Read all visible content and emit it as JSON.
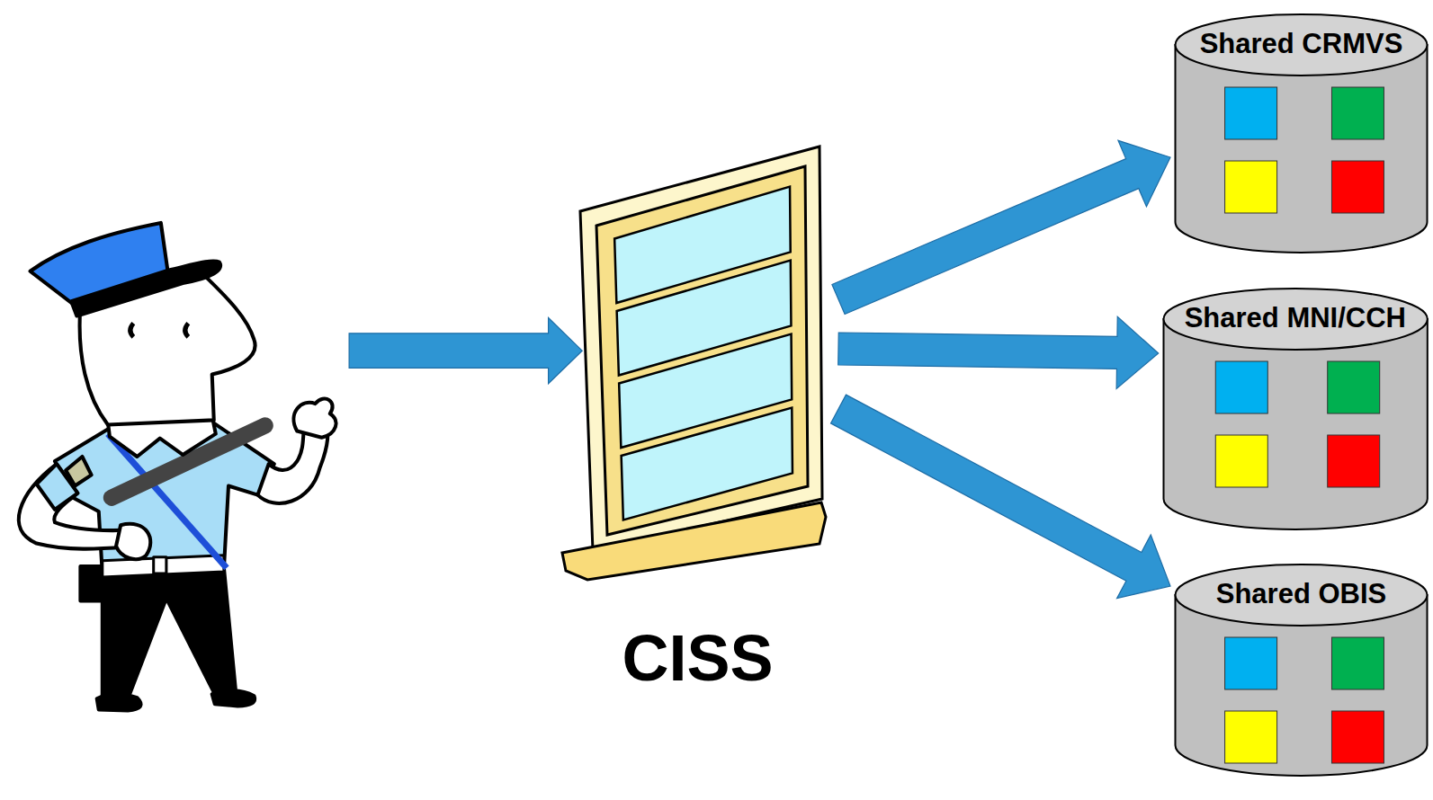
{
  "diagram": {
    "nodes": [
      {
        "text": [
          "CISS"
        ]
      },
      {
        "text": [
          "Shared CRMVS"
        ]
      },
      {
        "text": [
          "Shared MNI/CCH"
        ]
      },
      {
        "text": [
          "Shared OBIS"
        ]
      }
    ],
    "edges": [
      {
        "from": 0,
        "to": 1,
        "arrow": "to"
      },
      {
        "from": 0,
        "to": 2,
        "arrow": "to"
      },
      {
        "from": 0,
        "to": 3,
        "arrow": "to"
      }
    ]
  }
}
